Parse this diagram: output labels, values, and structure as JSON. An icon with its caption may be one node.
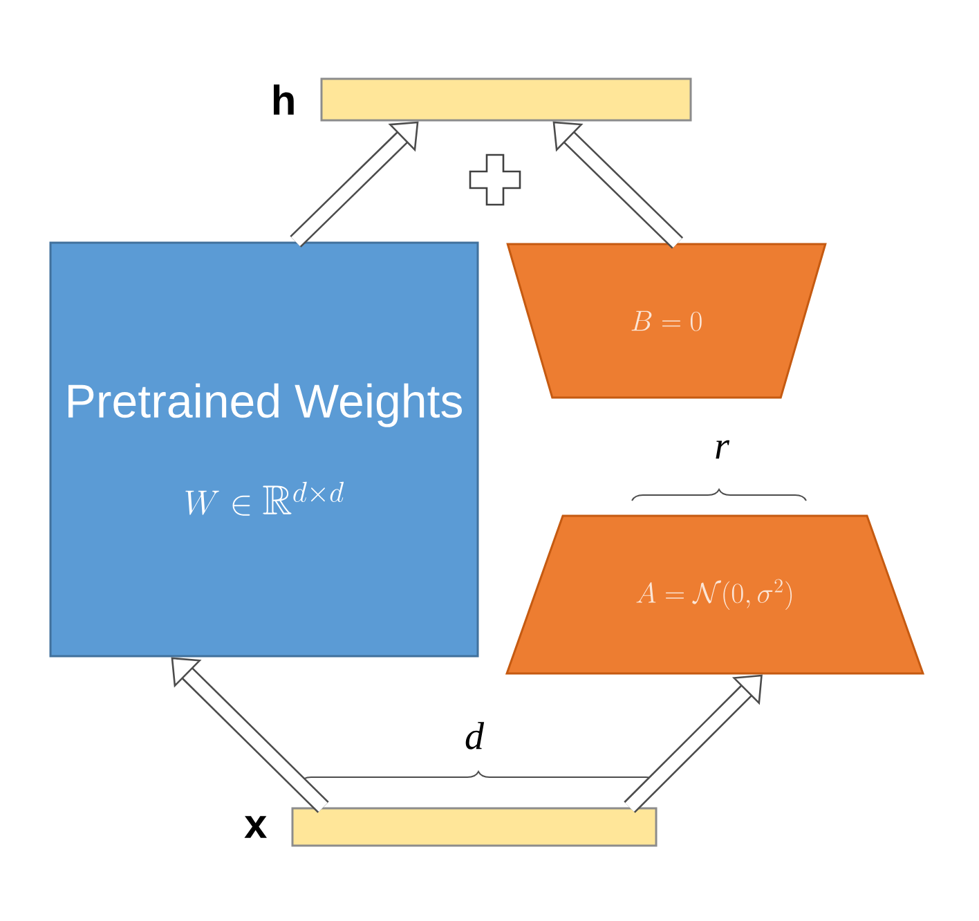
{
  "diagram": {
    "nodes": [
      {
        "text": [],
        "shape": "bar",
        "beside": [
          "h"
        ]
      },
      {
        "text": [
          "Pretrained Weights",
          "W \\in \\mathbb{R}^{d \\times d}"
        ]
      },
      {
        "text": [
          "B = 0"
        ]
      },
      {
        "text": [
          "A = \\mathcal{N}(0, \\sigma^2)"
        ]
      },
      {
        "text": [],
        "shape": "bar",
        "beside": [
          "x"
        ]
      }
    ],
    "edges": [
      {
        "from": 4,
        "to": 1,
        "arrow": "to"
      },
      {
        "from": 4,
        "to": 3,
        "arrow": "to"
      },
      {
        "from": 1,
        "to": 0,
        "arrow": "to"
      },
      {
        "from": 2,
        "to": 0,
        "arrow": "to"
      }
    ],
    "labels": [
      "r",
      "d"
    ]
  }
}
